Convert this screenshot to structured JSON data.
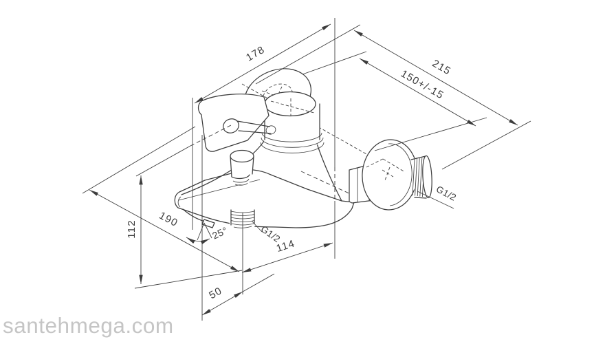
{
  "drawing": {
    "subject": "wall-mounted bath mixer faucet installation drawing",
    "view": "isometric",
    "colors": {
      "line": "#3d3d3d",
      "background": "#ffffff",
      "watermark": "#c5c5c5"
    },
    "labels": {
      "dim178": "178",
      "dim215": "215",
      "dim150": "150+/-15",
      "dim190": "190",
      "dim114": "114",
      "dim112": "112",
      "dim50": "50",
      "angle25": "25°",
      "thread_outlet": "G1/2",
      "thread_wall": "G1/2"
    },
    "watermark": "santehmega.com"
  }
}
